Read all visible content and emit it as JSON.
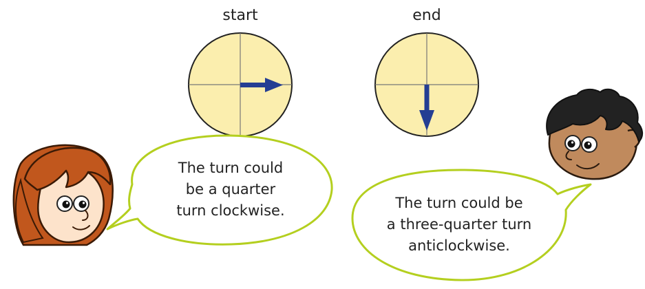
{
  "labels": {
    "start": "start",
    "end": "end"
  },
  "dials": {
    "fill_color": "#fbeeae",
    "rim_color": "#222222",
    "arrow_color": "#243e93",
    "start_arrow_direction": "east",
    "end_arrow_direction": "south"
  },
  "bubbles": {
    "outline_color": "#b4cf1f",
    "girl_text": [
      "The turn could",
      "be a quarter",
      "turn clockwise."
    ],
    "boy_text": [
      "The turn could be",
      "a three-quarter turn",
      "anticlockwise."
    ]
  },
  "characters": {
    "girl": "girl-face-icon",
    "boy": "boy-face-icon"
  }
}
